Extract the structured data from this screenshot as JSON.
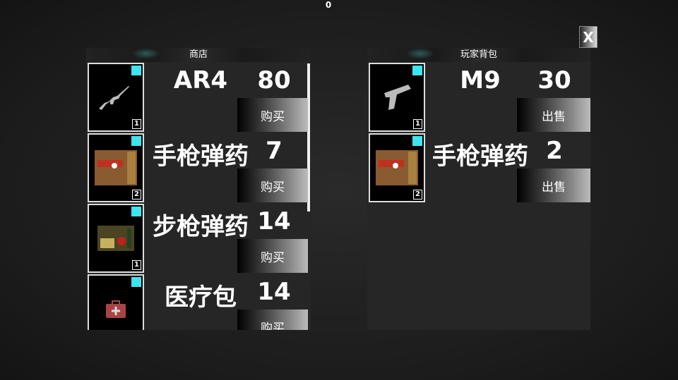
{
  "counter": "0",
  "close_label": "X",
  "shop": {
    "title": "商店",
    "items": [
      {
        "name": "AR4",
        "price": "80",
        "qty": "1",
        "action": "购买",
        "icon": "rifle-icon"
      },
      {
        "name": "手枪弹药",
        "price": "7",
        "qty": "2",
        "action": "购买",
        "icon": "pistol-ammo-box-icon"
      },
      {
        "name": "步枪弹药",
        "price": "14",
        "qty": "1",
        "action": "购买",
        "icon": "rifle-ammo-box-icon"
      },
      {
        "name": "医疗包",
        "price": "14",
        "qty": "",
        "action": "购买",
        "icon": "medkit-icon"
      }
    ]
  },
  "backpack": {
    "title": "玩家背包",
    "items": [
      {
        "name": "M9",
        "price": "30",
        "qty": "1",
        "action": "出售",
        "icon": "pistol-icon"
      },
      {
        "name": "手枪弹药",
        "price": "2",
        "qty": "2",
        "action": "出售",
        "icon": "pistol-ammo-box-icon"
      }
    ]
  }
}
